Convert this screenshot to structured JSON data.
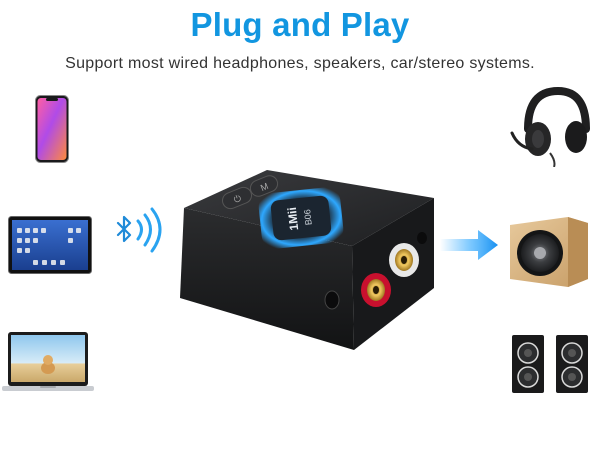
{
  "header": {
    "title": "Plug and Play",
    "subtitle": "Support most wired headphones, speakers, car/stereo systems."
  },
  "receiver": {
    "button_left_glyph": "⏻",
    "button_right_glyph": "M",
    "badge_line1": "1Mii",
    "badge_line2": "B06"
  },
  "colors": {
    "accent": "#1296e0",
    "receiver_body": "#2a2b2d",
    "glow": "#2ea8ff",
    "rca_red": "#c8102e",
    "rca_white": "#e8e8e8",
    "gold": "#d4a437"
  },
  "icons": {
    "source_devices": [
      "smartphone-icon",
      "tablet-icon",
      "laptop-icon"
    ],
    "output_devices": [
      "headphones-icon",
      "wooden-speaker-icon",
      "stereo-speakers-icon"
    ],
    "signal": "bluetooth-icon",
    "flow": "arrow-right-icon"
  }
}
